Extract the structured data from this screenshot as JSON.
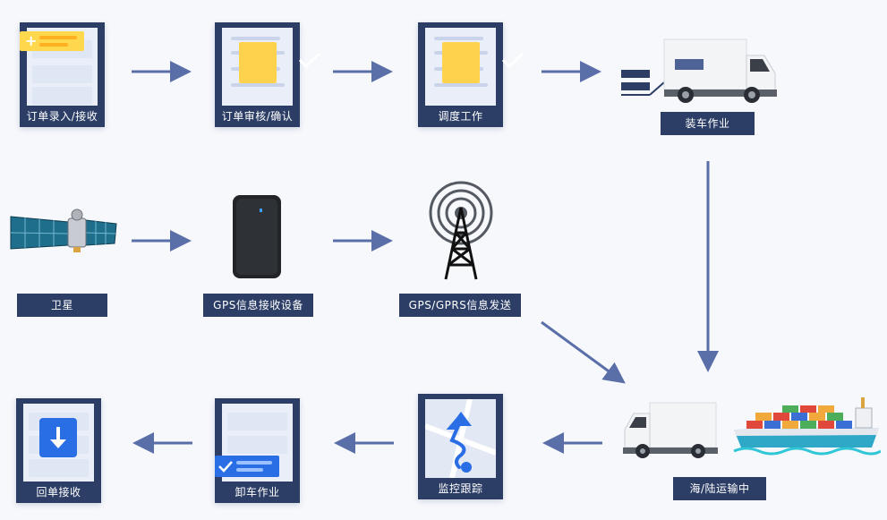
{
  "colors": {
    "card": "#2c3e66",
    "arrow": "#5a6ea8",
    "background": "#f6f8fc"
  },
  "steps": {
    "order_entry": {
      "label": "订单录入/接收",
      "icon": "document-add-icon"
    },
    "order_review": {
      "label": "订单审核/确认",
      "icon": "document-check-icon"
    },
    "dispatch": {
      "label": "调度工作",
      "icon": "document-check-icon"
    },
    "loading": {
      "label": "装车作业",
      "icon": "truck-icon"
    },
    "satellite": {
      "label": "卫星",
      "icon": "satellite-icon"
    },
    "gps_device": {
      "label": "GPS信息接收设备",
      "icon": "gps-device-icon"
    },
    "gprs_send": {
      "label": "GPS/GPRS信息发送",
      "icon": "antenna-tower-icon"
    },
    "transport": {
      "label": "海/陆运输中",
      "icon": "truck-ship-icon"
    },
    "monitoring": {
      "label": "监控跟踪",
      "icon": "map-route-icon"
    },
    "unloading": {
      "label": "卸车作业",
      "icon": "document-check-icon"
    },
    "receipt": {
      "label": "回单接收",
      "icon": "download-icon"
    }
  }
}
